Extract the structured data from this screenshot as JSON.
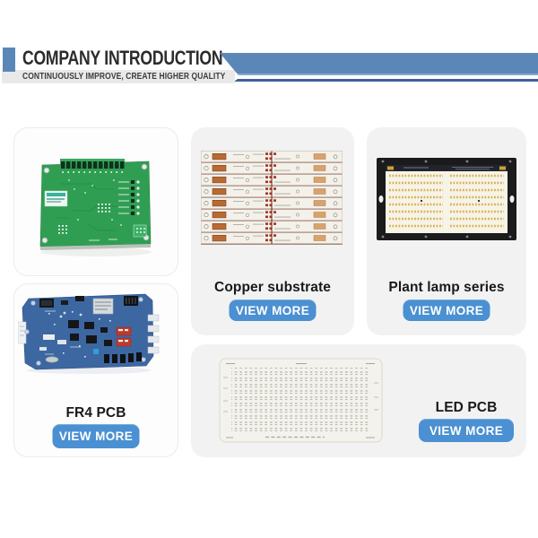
{
  "header": {
    "title": "COMPANY INTRODUCTION",
    "subtitle": "CONTINUOUSLY IMPROVE, CREATE HIGHER QUALITY",
    "accent_color": "#5a87b8",
    "underline_color": "#3e5f9b",
    "subtitle_bar_color": "#e9e9e9"
  },
  "cards": {
    "green": {
      "image": "green-control-pcb-photo"
    },
    "copper": {
      "label": "Copper substrate",
      "button": "VIEW MORE",
      "image": "copper-substrate-strips-photo"
    },
    "plant": {
      "label": "Plant lamp series",
      "button": "VIEW MORE",
      "image": "plant-lamp-led-panel-photo"
    },
    "fr4": {
      "label": "FR4 PCB",
      "button": "VIEW MORE",
      "image": "blue-fr4-pcb-photo"
    },
    "led": {
      "label": "LED PCB",
      "button": "VIEW MORE",
      "image": "aluminum-led-pcb-photo"
    }
  },
  "colors": {
    "button_blue": "#4a90d2",
    "card_gray": "#f2f2f2",
    "pcb_green": "#2f9e53",
    "pcb_blue": "#3d67a1",
    "copper": "#b96a33",
    "led_yellow": "#d9af52"
  }
}
